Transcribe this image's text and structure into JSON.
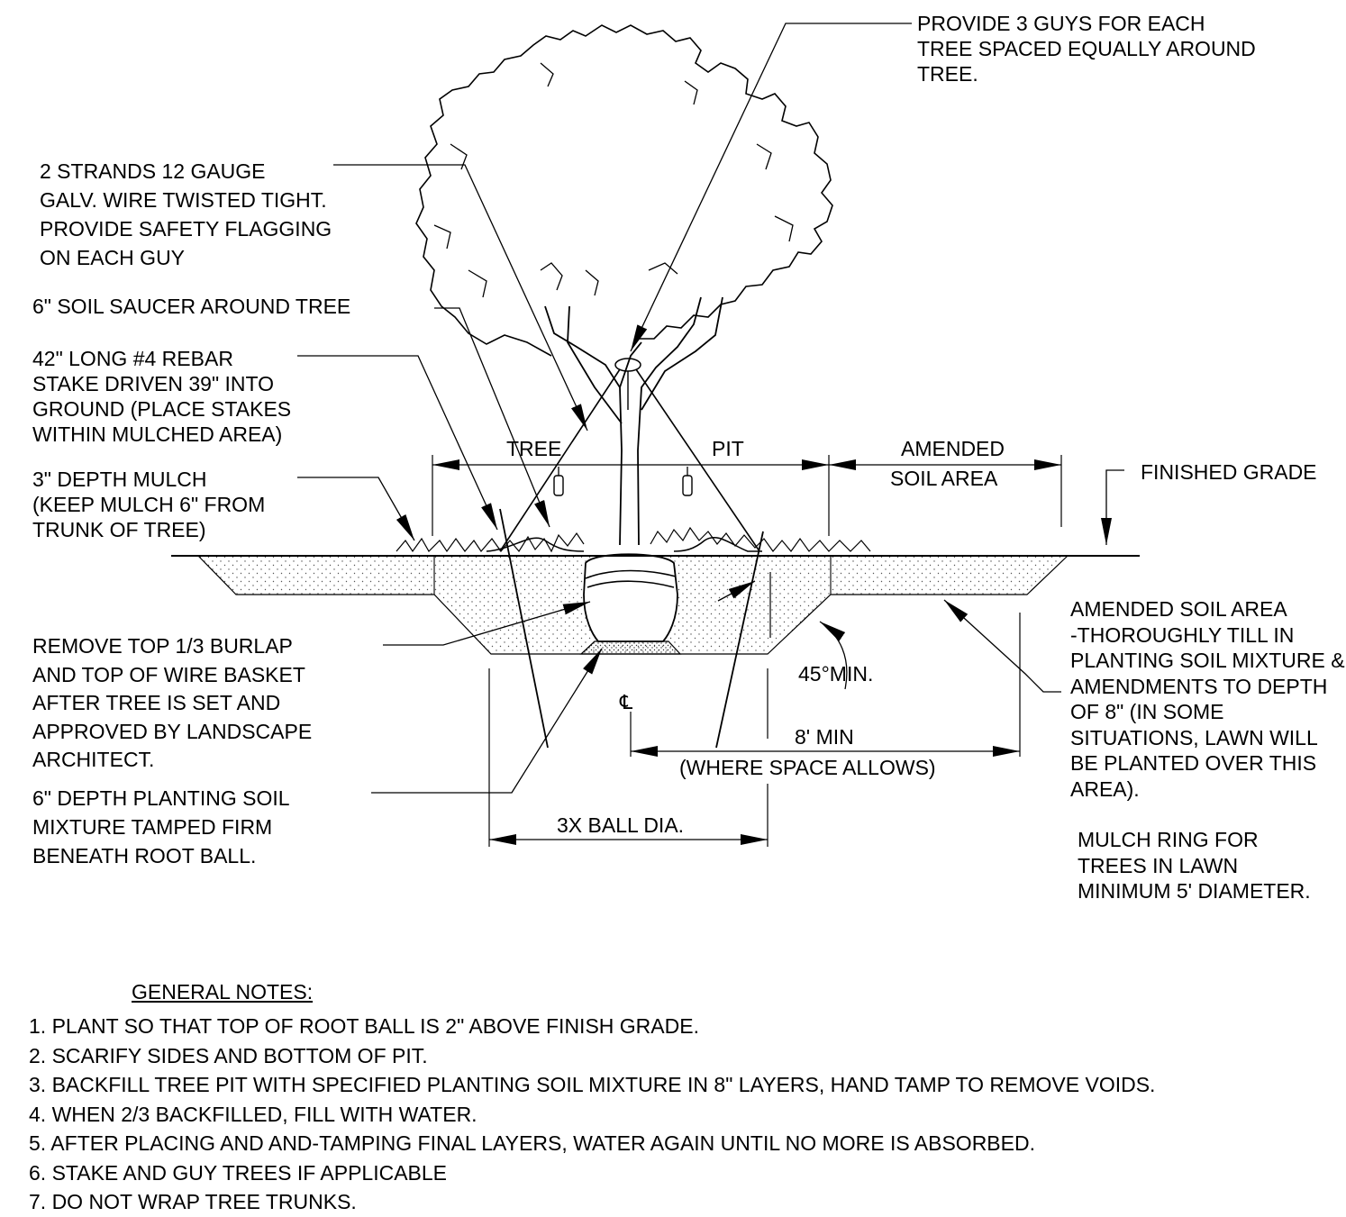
{
  "callouts": {
    "guys": [
      "PROVIDE 3 GUYS FOR EACH",
      "TREE SPACED EQUALLY AROUND",
      "TREE."
    ],
    "wire": [
      "2 STRANDS 12 GAUGE",
      "GALV. WIRE TWISTED TIGHT.",
      "PROVIDE SAFETY FLAGGING",
      "ON EACH GUY"
    ],
    "saucer": [
      "6\" SOIL SAUCER AROUND TREE"
    ],
    "rebar": [
      "42\" LONG #4 REBAR",
      "STAKE DRIVEN 39\" INTO",
      "GROUND (PLACE STAKES",
      "WITHIN MULCHED AREA)"
    ],
    "mulch": [
      "3\" DEPTH MULCH",
      "(KEEP MULCH 6\" FROM",
      "TRUNK OF TREE)"
    ],
    "burlap": [
      "REMOVE TOP 1/3 BURLAP",
      "AND TOP OF WIRE BASKET",
      "AFTER TREE IS SET AND",
      "APPROVED BY LANDSCAPE",
      "ARCHITECT."
    ],
    "planting_soil": [
      "6\" DEPTH PLANTING SOIL",
      "MIXTURE TAMPED FIRM",
      "BENEATH ROOT BALL."
    ],
    "finished_grade": [
      "FINISHED GRADE"
    ],
    "amended_area": [
      "AMENDED SOIL AREA",
      "-THOROUGHLY TILL IN",
      "PLANTING SOIL MIXTURE &",
      "AMENDMENTS TO DEPTH",
      "OF 8\" (IN SOME",
      "SITUATIONS, LAWN WILL",
      "BE PLANTED OVER THIS",
      "AREA)."
    ],
    "mulch_ring": [
      "MULCH RING FOR",
      "TREES IN LAWN",
      "MINIMUM 5' DIAMETER."
    ]
  },
  "dimensions": {
    "tree": "TREE",
    "pit": "PIT",
    "amended_top": "AMENDED",
    "amended_bottom": "SOIL AREA",
    "angle": "45°MIN.",
    "min_width": "8' MIN",
    "space_note": "(WHERE SPACE ALLOWS)",
    "ball_dia": "3X BALL DIA.",
    "centerline": "℄"
  },
  "general_notes": {
    "title": "GENERAL NOTES:",
    "items": [
      "1. PLANT SO THAT TOP OF ROOT BALL IS 2\" ABOVE FINISH GRADE.",
      "2. SCARIFY SIDES AND BOTTOM OF PIT.",
      "3. BACKFILL TREE PIT WITH SPECIFIED PLANTING SOIL MIXTURE IN 8\" LAYERS, HAND TAMP TO REMOVE VOIDS.",
      "4. WHEN 2/3 BACKFILLED, FILL WITH WATER.",
      "5. AFTER PLACING AND AND-TAMPING FINAL LAYERS, WATER AGAIN UNTIL NO MORE IS ABSORBED.",
      "6. STAKE AND GUY TREES IF APPLICABLE",
      "7. DO NOT WRAP TREE TRUNKS."
    ]
  }
}
